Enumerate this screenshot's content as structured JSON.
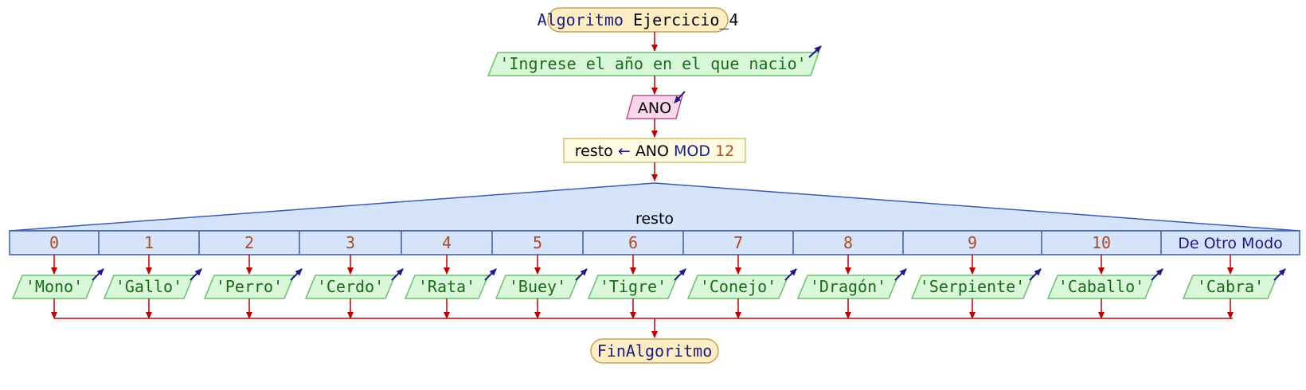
{
  "start": {
    "keyword": "Algoritmo",
    "name": "Ejercicio_4"
  },
  "output_prompt": "'Ingrese el año en el que nacio'",
  "input_var": "ANO",
  "assignment": {
    "target": "resto",
    "arrow": "←",
    "expr_var": "ANO",
    "op": "MOD",
    "num": "12"
  },
  "switch": {
    "variable": "resto",
    "cases": [
      {
        "label": "0",
        "output": "'Mono'"
      },
      {
        "label": "1",
        "output": "'Gallo'"
      },
      {
        "label": "2",
        "output": "'Perro'"
      },
      {
        "label": "3",
        "output": "'Cerdo'"
      },
      {
        "label": "4",
        "output": "'Rata'"
      },
      {
        "label": "5",
        "output": "'Buey'"
      },
      {
        "label": "6",
        "output": "'Tigre'"
      },
      {
        "label": "7",
        "output": "'Conejo'"
      },
      {
        "label": "8",
        "output": "'Dragón'"
      },
      {
        "label": "9",
        "output": "'Serpiente'"
      },
      {
        "label": "10",
        "output": "'Caballo'"
      }
    ],
    "default": {
      "label": "De Otro Modo",
      "output": "'Cabra'"
    }
  },
  "end": "FinAlgoritmo",
  "colors": {
    "terminal_fill": "#fdeec4",
    "terminal_stroke": "#c8a050",
    "output_fill": "#d9f7d9",
    "output_stroke": "#6cbf6c",
    "input_fill": "#f9d6ea",
    "input_stroke": "#c0508a",
    "process_fill": "#fffbe0",
    "process_stroke": "#d0c070",
    "switch_fill": "#d6e4fb",
    "switch_stroke": "#3a5cb0",
    "arrow": "#c00000",
    "keyword": "#1a1a8a",
    "string": "#1a6a1a",
    "number": "#b04a20"
  }
}
